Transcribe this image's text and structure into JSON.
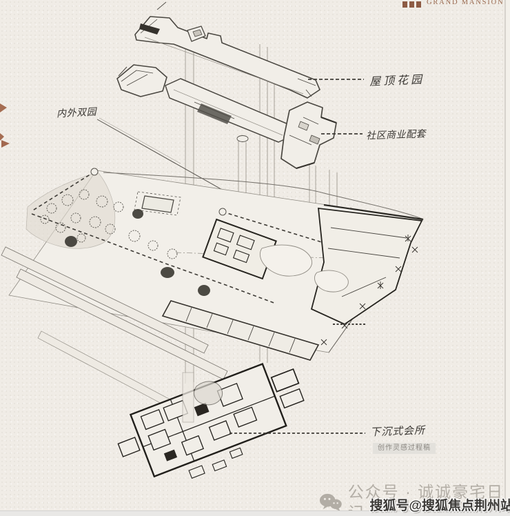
{
  "brand": {
    "logo_text": "GRAND MANSION",
    "color": "#9a6a50"
  },
  "diagram": {
    "type": "exploded-axonometric-architecture-sketch",
    "annotations": {
      "roof_garden": "屋顶花园",
      "commercial": "社区商业配套",
      "dual_garden": "内外双园",
      "sunken_club": "下沉式会所",
      "process_note": "创作灵感过程稿"
    },
    "ink_color": "#45423d",
    "paper_color": "#f0ece6"
  },
  "footer": {
    "wechat_label": "公众号 · 诚诚豪宅日记",
    "icon": "wechat-icon",
    "color": "#b3aea6"
  },
  "watermark": {
    "text": "搜狐号@搜狐焦点荆州站",
    "color": "#3b3936"
  }
}
